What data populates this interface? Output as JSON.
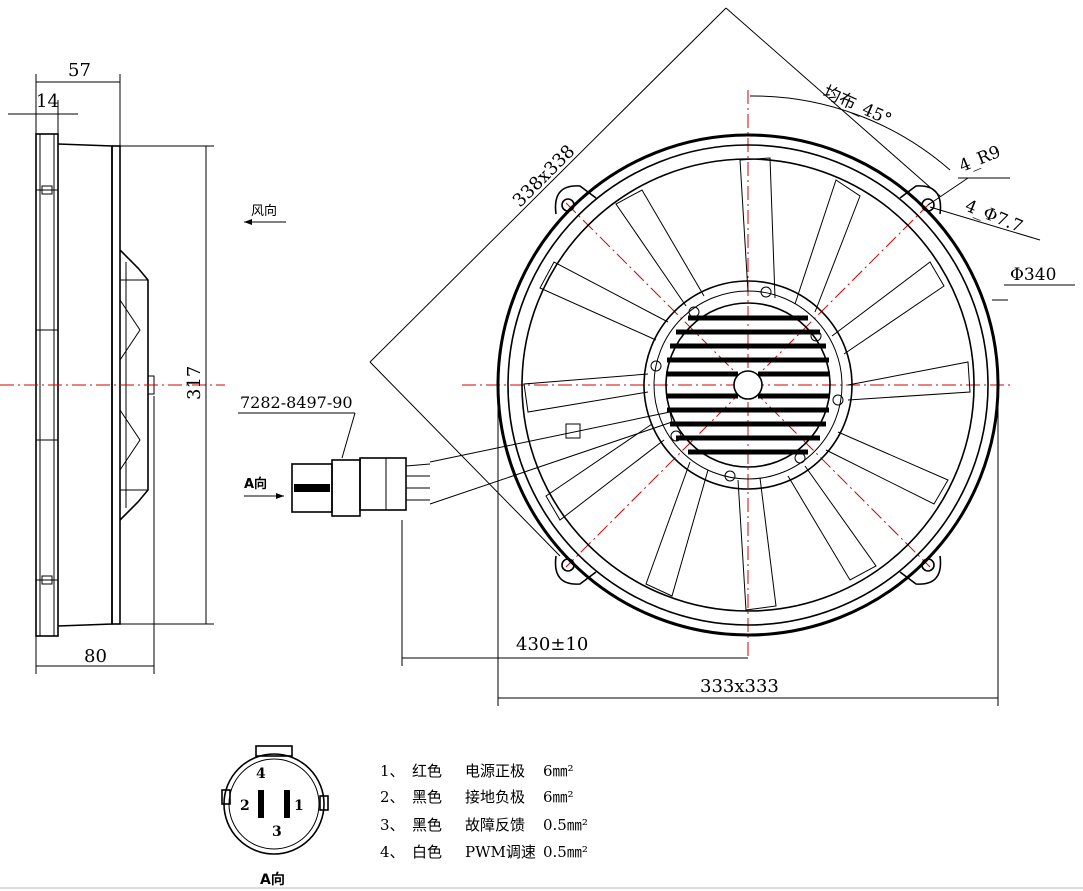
{
  "dimensions": {
    "d57": "57",
    "d14": "14",
    "d317": "317",
    "d80": "80",
    "d338": "338x338",
    "d430": "430±10",
    "d333": "333x333",
    "d340": "Φ340",
    "mount_r9": "4_R9",
    "mount_hole": "4_Φ7.7",
    "angle_note": "均布_45°"
  },
  "labels": {
    "airflow": "风向",
    "part_number": "7282-8497-90",
    "view_a": "A向",
    "view_a_caption": "A向"
  },
  "connector_pins": [
    "4",
    "2",
    "1",
    "3"
  ],
  "wiring": [
    {
      "num": "1、",
      "color": "红色",
      "function": "电源正极",
      "size": "6㎜²"
    },
    {
      "num": "2、",
      "color": "黑色",
      "function": "接地负极",
      "size": "6㎜²"
    },
    {
      "num": "3、",
      "color": "黑色",
      "function": "故障反馈",
      "size": "0.5㎜²"
    },
    {
      "num": "4、",
      "color": "白色",
      "function": "PWM调速",
      "size": "0.5㎜²"
    }
  ]
}
